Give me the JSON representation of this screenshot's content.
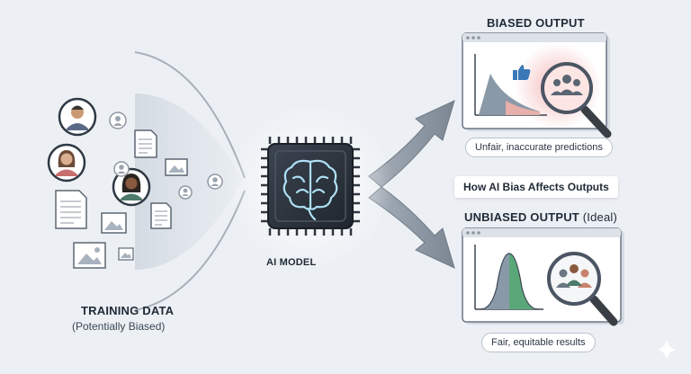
{
  "diagram": {
    "training": {
      "title": "TRAINING DATA",
      "subtitle": "(Potentially Biased)"
    },
    "model": {
      "label": "AI MODEL"
    },
    "biased": {
      "title": "BIASED OUTPUT",
      "caption": "Unfair, inaccurate predictions"
    },
    "unbiased": {
      "title": "UNBIASED OUTPUT",
      "title_suffix": "(Ideal)",
      "caption": "Fair, equitable results"
    },
    "center_caption": "How AI Bias Affects Outputs"
  },
  "colors": {
    "background": "#ecf0f4",
    "arrow": "#8893a0",
    "chip": "#2f3640",
    "brain": "#aee0f5",
    "biased_glow": "#f4b0b0",
    "biased_fill": "#8a99a8",
    "unbiased_fill": "#5aa87a"
  },
  "icons": [
    "person-avatar-icon",
    "document-icon",
    "image-icon",
    "brain-icon",
    "thumbs-up-icon",
    "magnifier-icon",
    "people-group-icon",
    "sparkle-icon"
  ]
}
